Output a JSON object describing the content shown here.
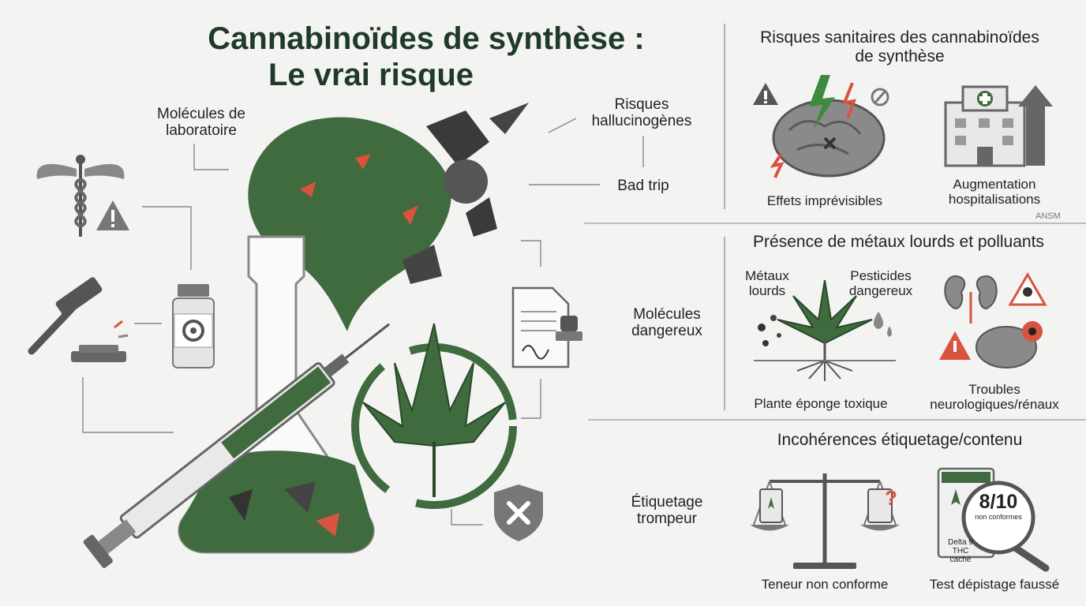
{
  "title_line1": "Cannabinoïdes de synthèse :",
  "title_line2": "Le vrai risque",
  "left_labels": {
    "lab_molecules": "Molécules de laboratoire",
    "hallucinogenic": "Risques hallucinogènes",
    "bad_trip": "Bad trip",
    "dangerous_molecules": "Molécules dangereux",
    "misleading_labeling": "Étiquetage trompeur"
  },
  "section1": {
    "header": "Risques sanitaires des cannabinoïdes de synthèse",
    "item1": "Effets imprévisibles",
    "item2": "Augmentation hospitalisations",
    "source": "ANSM"
  },
  "section2": {
    "header": "Présence de métaux lourds et polluants",
    "metals": "Métaux lourds",
    "pesticides": "Pesticides dangereux",
    "item1": "Plante éponge toxique",
    "item2": "Troubles neurologiques/rénaux"
  },
  "section3": {
    "header": "Incohérences étiquetage/contenu",
    "stat": "8/10",
    "stat_sub": "non conformes",
    "hidden": "Delta 9 THC caché",
    "item1": "Teneur non conforme",
    "item2": "Test dépistage faussé"
  },
  "colors": {
    "green": "#3f6b3e",
    "dark_green": "#1f3a2a",
    "red": "#d9533f",
    "gray": "#6b6b6b"
  }
}
